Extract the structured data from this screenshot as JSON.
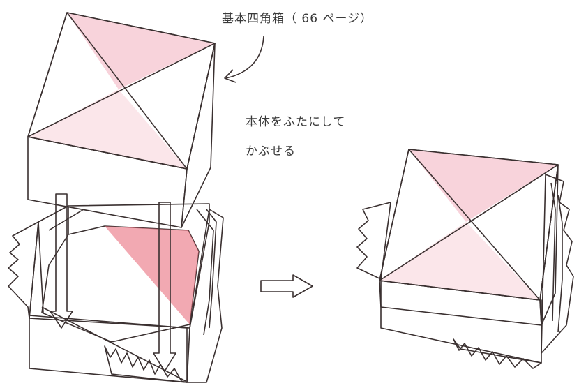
{
  "reference_label": "基本四角箱（ 66 ページ）",
  "instruction": {
    "line1": "本体をふたにして",
    "line2": "かぶせる"
  },
  "colors": {
    "pink_light": "#fbe6ea",
    "pink_mid": "#f2b6c2",
    "pink_deep": "#e25a72",
    "outline": "#3a3030"
  },
  "icons": [
    "curved-arrow-icon",
    "down-arrow-icon",
    "right-arrow-icon"
  ]
}
